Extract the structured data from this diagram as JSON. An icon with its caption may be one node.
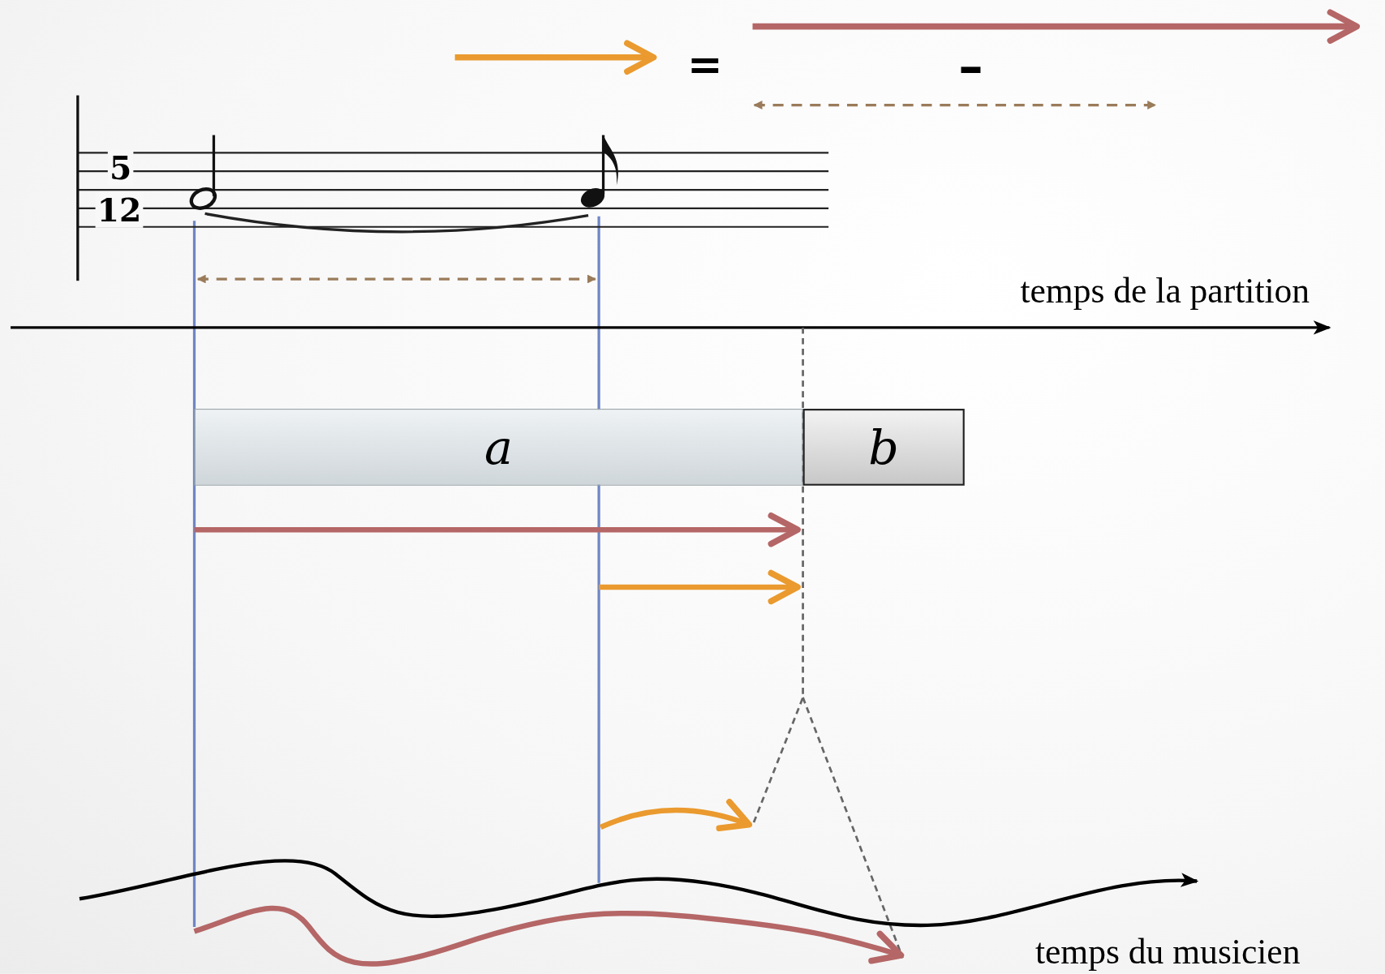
{
  "diagram": {
    "nodes": [
      {
        "text": [
          "a"
        ]
      },
      {
        "text": [
          "b"
        ]
      }
    ],
    "labels": [
      "=",
      "–",
      "5",
      "12",
      "temps de la partition",
      "temps du musicien"
    ]
  }
}
